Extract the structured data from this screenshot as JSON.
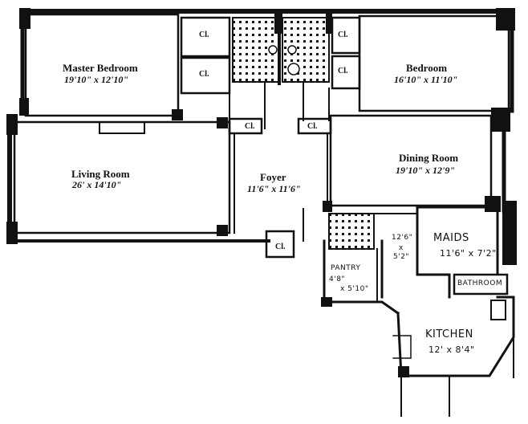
{
  "rooms": {
    "master_bedroom": {
      "name": "Master Bedroom",
      "dims": "19'10\" x 12'10\""
    },
    "bedroom": {
      "name": "Bedroom",
      "dims": "16'10\" x 11'10\""
    },
    "living_room": {
      "name": "Living Room",
      "dims": "26' x 14'10\""
    },
    "foyer": {
      "name": "Foyer",
      "dims": "11'6\" x 11'6\""
    },
    "dining_room": {
      "name": "Dining Room",
      "dims": "19'10\" x 12'9\""
    },
    "maids": {
      "name": "MAIDS",
      "dims": "11'6\" x 7'2\""
    },
    "bathroom": {
      "name": "BATHROOM"
    },
    "pantry": {
      "name": "PANTRY",
      "dims_line1": "4'8\"",
      "dims_line2": "x 5'10\""
    },
    "kitchen": {
      "name": "KITCHEN",
      "dims": "12' x 8'4\""
    },
    "hall_note": {
      "line1": "12'6\"",
      "line2": "x",
      "line3": "5'2\""
    }
  },
  "closet_label": "Cl."
}
